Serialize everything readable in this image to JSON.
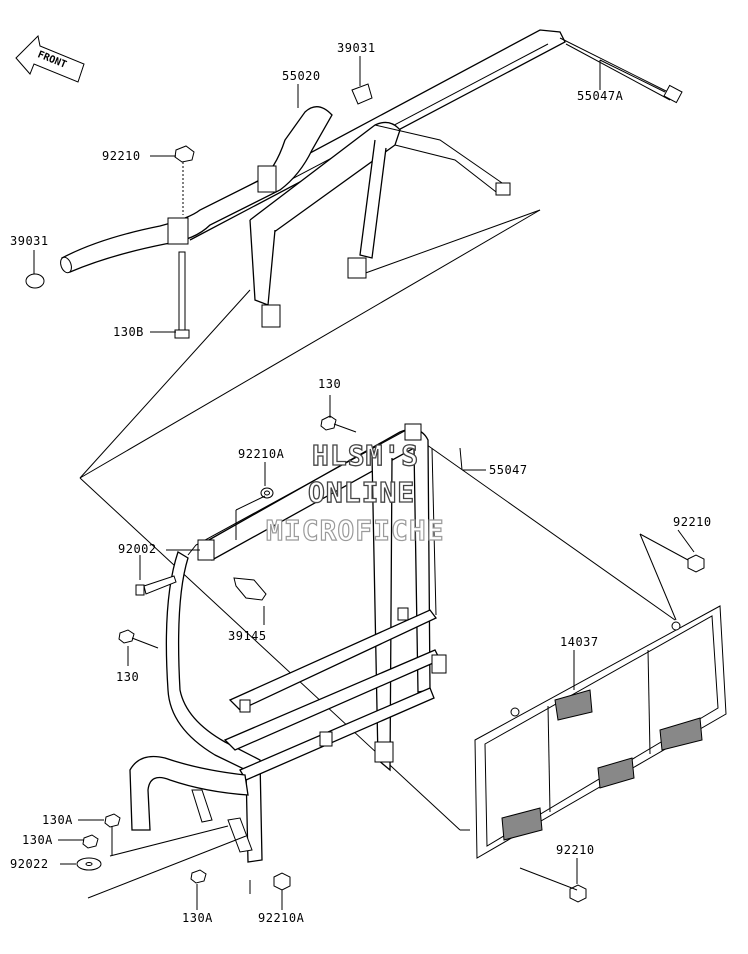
{
  "watermark": {
    "line1": "HLSM'S",
    "line2": "ONLINE",
    "line3": "MICROFICHE"
  },
  "front_indicator": {
    "text": "FRONT",
    "icon": "front-arrow-icon"
  },
  "labels": {
    "p39031_top": "39031",
    "p55020": "55020",
    "p55047A": "55047A",
    "p92210_top": "92210",
    "p39031_left": "39031",
    "p130B": "130B",
    "p130_mid": "130",
    "p55047": "55047",
    "p92210A_mid": "92210A",
    "p92002": "92002",
    "p92210_right": "92210",
    "p39145": "39145",
    "p130_left": "130",
    "p14037": "14037",
    "p130A_a": "130A",
    "p130A_b": "130A",
    "p92022": "92022",
    "p92210_bottom": "92210",
    "p130A_bottom": "130A",
    "p92210A_bottom": "92210A"
  }
}
